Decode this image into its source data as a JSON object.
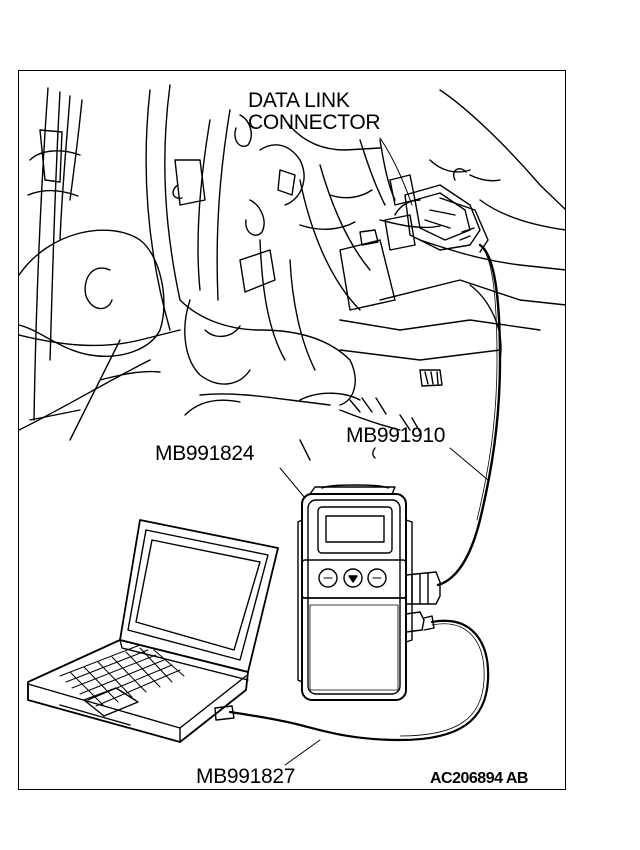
{
  "labels": {
    "connector_line1": "DATA LINK",
    "connector_line2": "CONNECTOR",
    "scan_tool": "MB991824",
    "main_harness": "MB991910",
    "usb_cable": "MB991827",
    "figure_code": "AC206894 AB"
  },
  "colors": {
    "line": "#000000",
    "background": "#ffffff"
  }
}
